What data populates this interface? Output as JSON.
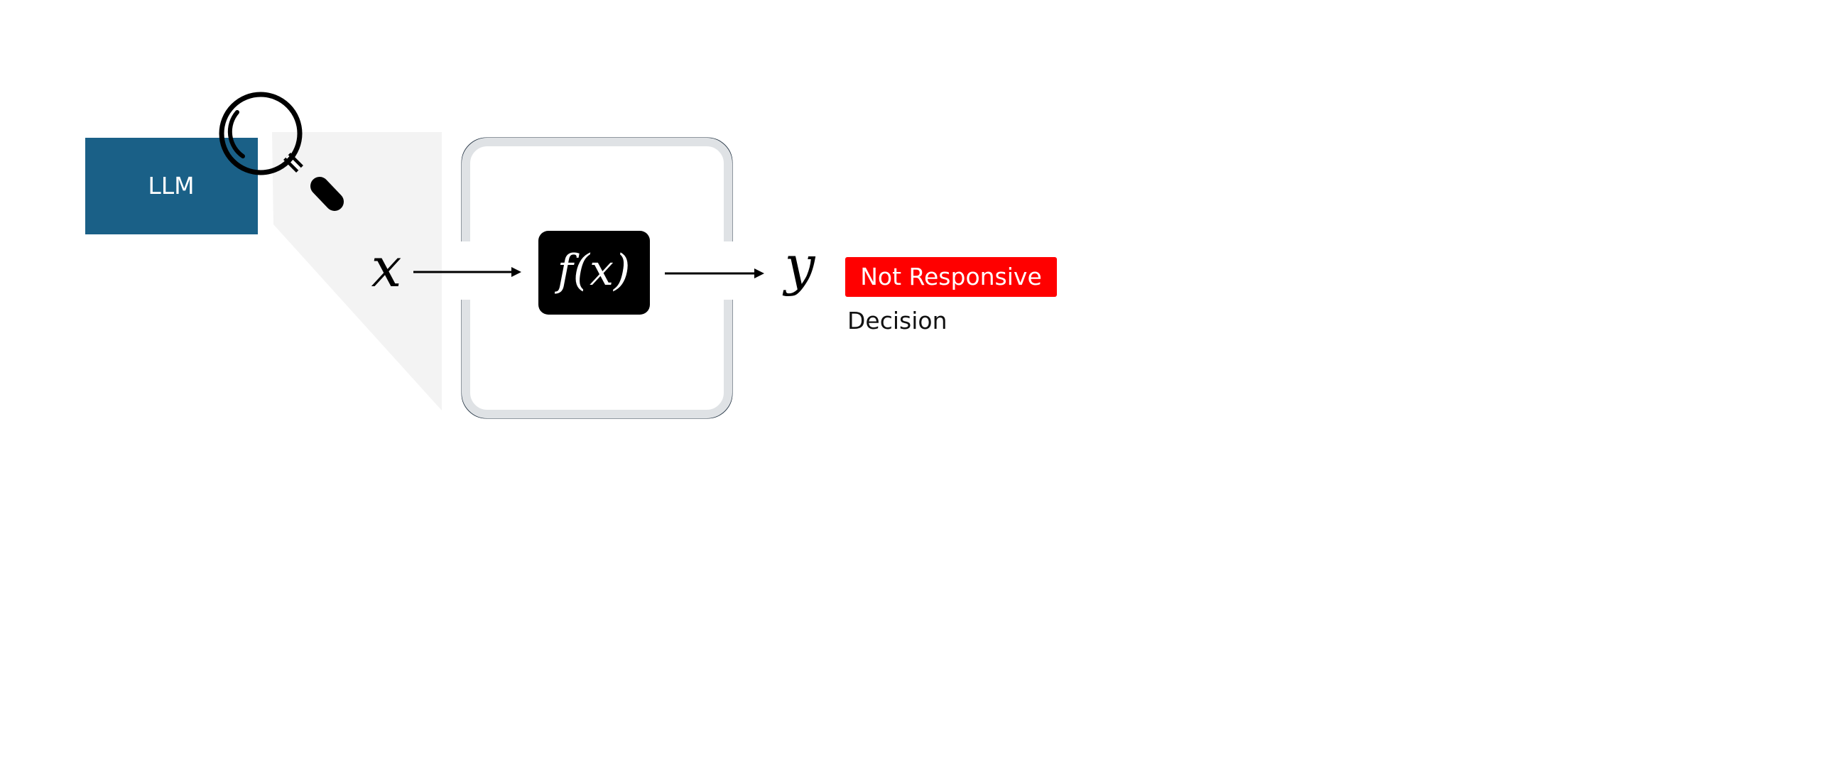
{
  "diagram": {
    "llm_label": "LLM",
    "input_symbol": "x",
    "function_label": "f(x)",
    "output_symbol": "y",
    "decision_badge": "Not Responsive",
    "decision_caption": "Decision",
    "colors": {
      "llm_box": "#1a6087",
      "badge": "#ff0000",
      "function_box": "#000000",
      "frame_outline": "#1f2f3f",
      "frame_band": "#dfe2e5",
      "inspection_cone": "#f3f3f3"
    },
    "icons": [
      "magnifying-glass-icon",
      "arrow-right-icon"
    ]
  }
}
